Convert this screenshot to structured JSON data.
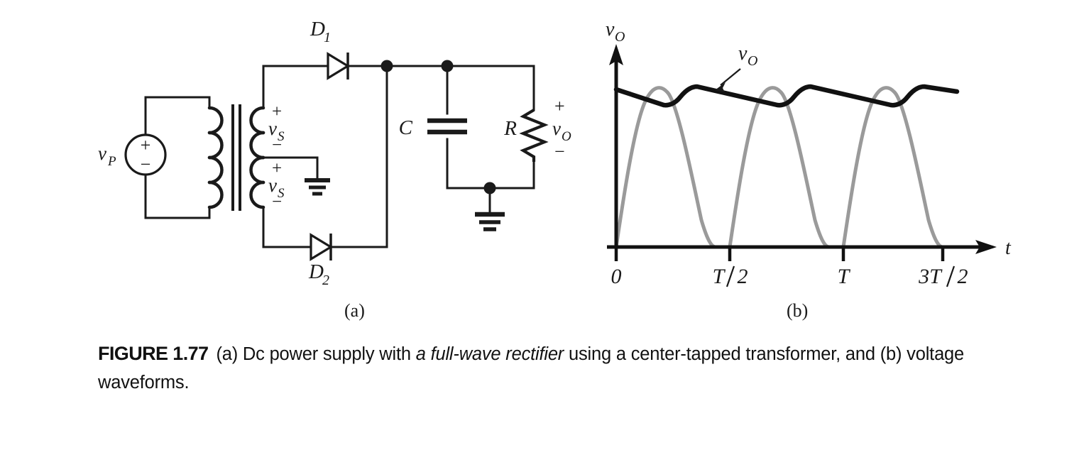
{
  "figure": {
    "number_label": "FIGURE 1.77",
    "caption_part_a": "(a)",
    "caption_text_1": " Dc power supply with ",
    "caption_italic_1": "a full-wave rectifier",
    "caption_text_2": " using a center-tapped transformer, and ",
    "caption_part_b": "(b)",
    "caption_text_3": " voltage waveforms.",
    "sub_label_a": "(a)",
    "sub_label_b": "(b)"
  },
  "circuit": {
    "source_label": "v",
    "source_sub": "P",
    "source_plus": "+",
    "source_minus": "−",
    "secondary_top": {
      "plus": "+",
      "label": "v",
      "sub": "S",
      "minus": "−"
    },
    "secondary_bottom": {
      "plus": "+",
      "label": "v",
      "sub": "S",
      "minus": "−"
    },
    "diode_top_label": "D",
    "diode_top_sub": "1",
    "diode_bottom_label": "D",
    "diode_bottom_sub": "2",
    "capacitor_label": "C",
    "resistor_label": "R",
    "output": {
      "plus": "+",
      "label": "v",
      "sub": "O",
      "minus": "−"
    }
  },
  "plot": {
    "yaxis_label": "v",
    "yaxis_sub": "O",
    "xaxis_label": "t",
    "curve_annotation_label": "v",
    "curve_annotation_sub": "O",
    "x_ticks": [
      "0",
      "T/2",
      "T",
      "3T/2"
    ],
    "tick_0": "0",
    "tick_T2_num": "T",
    "tick_T2_den": "2",
    "tick_T": "T",
    "tick_3T2_num": "3T",
    "tick_3T2_den": "2"
  },
  "colors": {
    "ink": "#1a1a1a",
    "ripple": "#111111",
    "sine": "#9a9a9a",
    "background": "#ffffff"
  },
  "chart_data": {
    "type": "line",
    "title": "",
    "xlabel": "t",
    "ylabel": "vO",
    "xlim": [
      0,
      1.75
    ],
    "ylim": [
      0,
      1.15
    ],
    "grid": false,
    "legend": "none",
    "x_tick_values": [
      0,
      0.5,
      1.0,
      1.5
    ],
    "x_tick_labels": [
      "0",
      "T/2",
      "T",
      "3T/2"
    ],
    "annotations": [
      {
        "text": "vO",
        "points_to_series": "filtered-output-ripple",
        "x": 0.38,
        "y": 0.93
      }
    ],
    "series": [
      {
        "name": "full-wave-rectified-sine",
        "color": "#9a9a9a",
        "description": "Absolute value of sine wave, |sin(2*pi*t/T)|, peak amplitude 1.0, period T/2; humps peak at t = T/4, 3T/4, 5T/4 and touch zero at t = 0, T/2, T, 3T/2",
        "peak_amplitude": 1.0,
        "period": 0.5,
        "zeros": [
          0,
          0.5,
          1.0,
          1.5
        ],
        "peaks_x": [
          0.25,
          0.75,
          1.25
        ],
        "peaks_y": [
          1.0,
          1.0,
          1.0
        ]
      },
      {
        "name": "filtered-output-ripple",
        "color": "#111111",
        "description": "Capacitor-filtered dc output riding on the rectified peaks: exponential-like linear decay between peaks, recharging on each hump",
        "start_value": 0.93,
        "peak_values": [
          1.0,
          0.985,
          0.97
        ],
        "valley_values": [
          0.905,
          0.89,
          0.875
        ],
        "peaks_x": [
          0.25,
          0.75,
          1.25
        ],
        "valleys_x": [
          0.17,
          0.67,
          1.17
        ],
        "end_x": 1.62,
        "end_value": 0.935
      }
    ]
  }
}
